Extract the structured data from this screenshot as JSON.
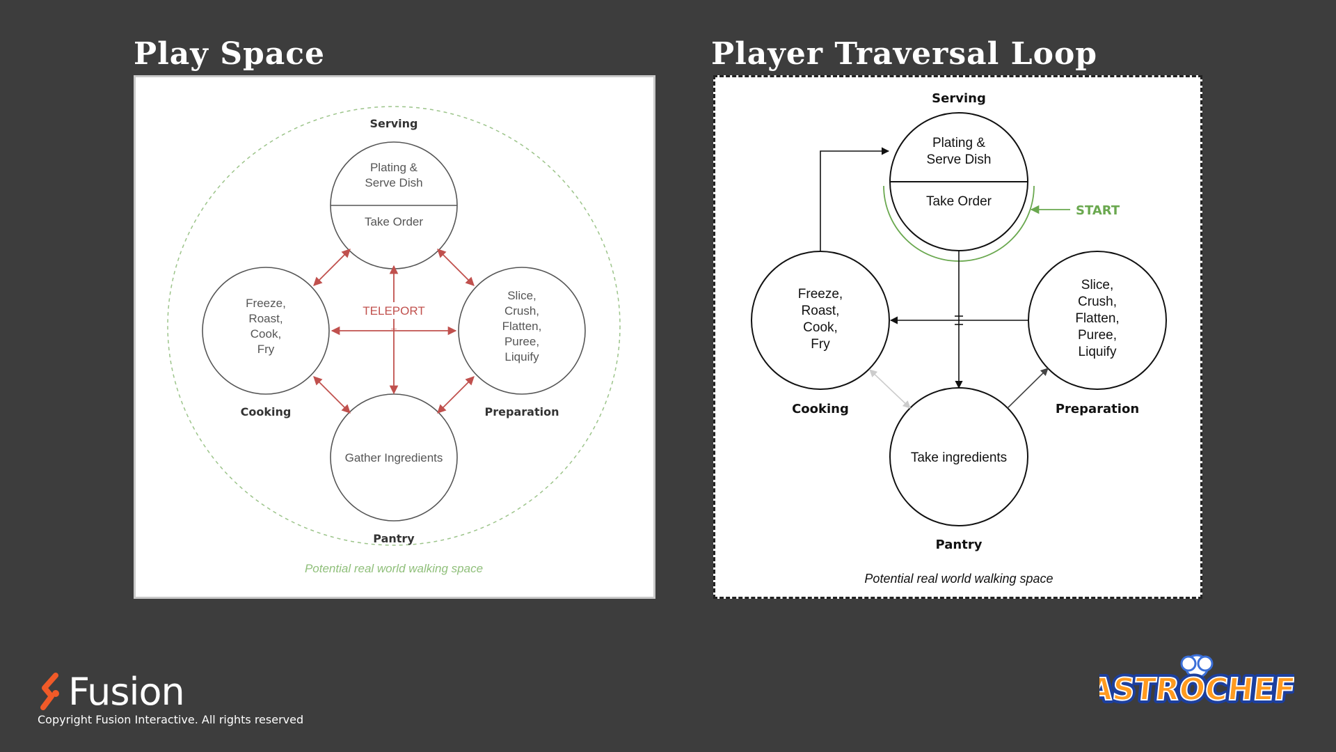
{
  "headings": {
    "play_space": "Play Space",
    "traversal_loop": "Player Traversal Loop"
  },
  "play_space": {
    "stations": {
      "serving": {
        "label": "Serving",
        "top_text": [
          "Plating &",
          "Serve Dish"
        ],
        "bottom_text": "Take Order"
      },
      "cooking": {
        "label": "Cooking",
        "text": [
          "Freeze,",
          "Roast,",
          "Cook,",
          "Fry"
        ]
      },
      "preparation": {
        "label": "Preparation",
        "text": [
          "Slice,",
          "Crush,",
          "Flatten,",
          "Puree,",
          "Liquify"
        ]
      },
      "pantry": {
        "label": "Pantry",
        "text": "Gather Ingredients"
      }
    },
    "teleport_label": "TELEPORT",
    "walking_space": "Potential real world walking space",
    "colors": {
      "arrow": "#c0504d",
      "boundary": "#9cc48a",
      "text": "#555555"
    }
  },
  "traversal_loop": {
    "stations": {
      "serving": {
        "label": "Serving",
        "top_text": [
          "Plating &",
          "Serve Dish"
        ],
        "bottom_text": "Take Order"
      },
      "cooking": {
        "label": "Cooking",
        "text": [
          "Freeze,",
          "Roast,",
          "Cook,",
          "Fry"
        ]
      },
      "preparation": {
        "label": "Preparation",
        "text": [
          "Slice,",
          "Crush,",
          "Flatten,",
          "Puree,",
          "Liquify"
        ]
      },
      "pantry": {
        "label": "Pantry",
        "text": "Take ingredients"
      }
    },
    "start_label": "START",
    "walking_space": "Potential real world walking space",
    "colors": {
      "start": "#6aa84f",
      "arrow": "#111111"
    }
  },
  "footer": {
    "brand": "Fusion",
    "copyright": "Copyright Fusion Interactive. All rights reserved",
    "brand_color": "#f05a28",
    "game_logo": "ASTROCHEF"
  }
}
